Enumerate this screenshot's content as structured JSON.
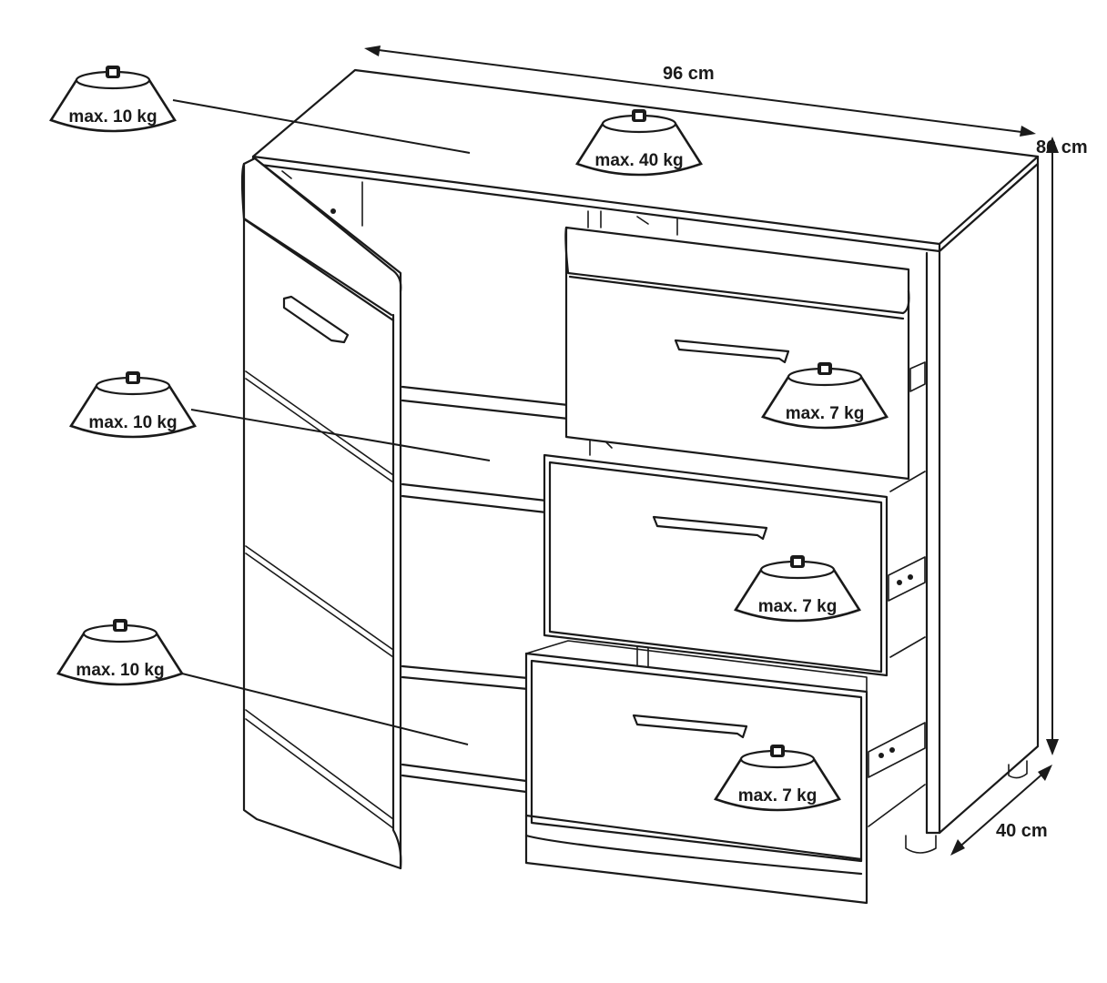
{
  "dimensions": {
    "width": "96 cm",
    "height": "86 cm",
    "depth": "40 cm"
  },
  "weight_labels": {
    "top": "max. 40 kg",
    "shelf_top": "max. 10 kg",
    "shelf_middle": "max. 10 kg",
    "shelf_bottom": "max. 10 kg",
    "drawer_top": "max. 7 kg",
    "drawer_middle": "max. 7 kg",
    "drawer_bottom": "max. 7 kg"
  }
}
